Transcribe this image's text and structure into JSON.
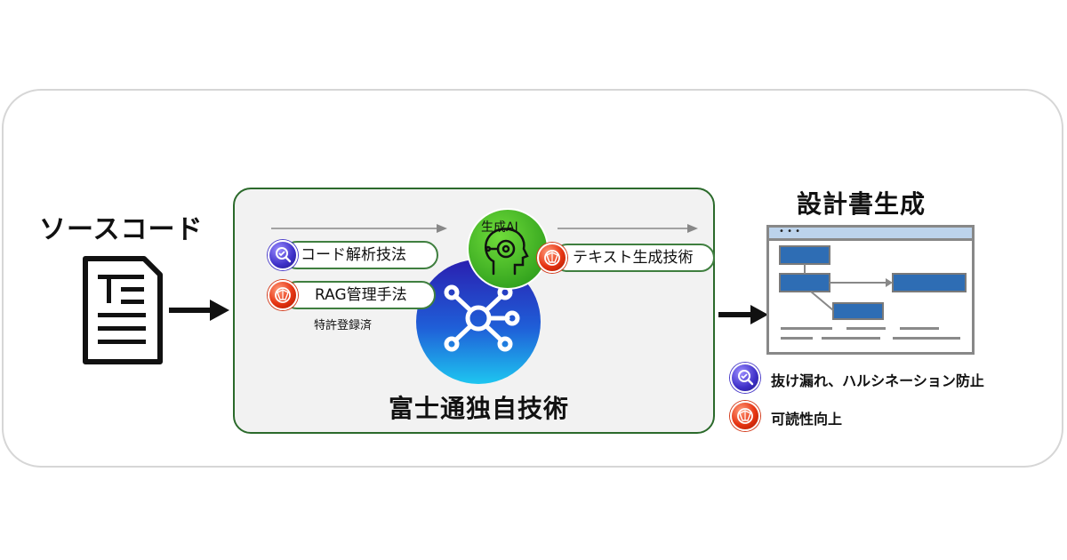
{
  "source": {
    "title": "ソースコード",
    "icon": "text-document-icon"
  },
  "core": {
    "title": "富士通独自技術",
    "ai_label": "生成AI",
    "pills": [
      {
        "label": "コード解析技法",
        "badge": "blue"
      },
      {
        "label": "RAG管理手法",
        "badge": "red"
      },
      {
        "label": "テキスト生成技術",
        "badge": "red"
      }
    ],
    "patent_note": "特許登録済"
  },
  "output": {
    "title": "設計書生成",
    "icon": "design-document-icon",
    "window_dots": "• • •"
  },
  "legend": [
    {
      "label": "抜け漏れ、ハルシネーション防止",
      "badge": "blue"
    },
    {
      "label": "可読性向上",
      "badge": "red"
    }
  ],
  "colors": {
    "core_border": "#2b6a2b",
    "flowchart_box": "#2e6db4",
    "badge_blue": "#3d2fc7",
    "badge_red": "#e63412"
  }
}
